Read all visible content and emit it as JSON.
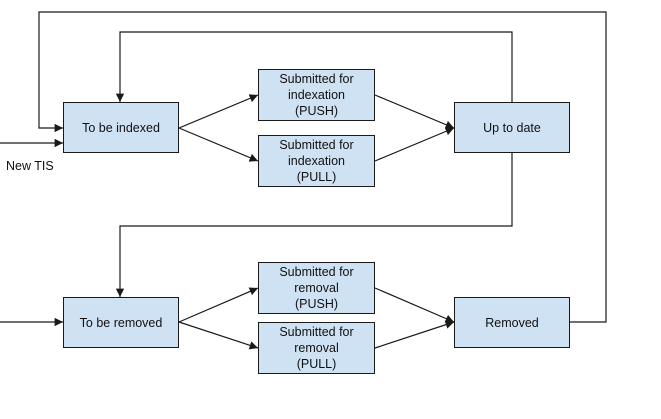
{
  "colors": {
    "box_fill": "#cfe2f3",
    "line": "#1a1a1a"
  },
  "boxes": {
    "to_be_indexed": [
      "To be indexed"
    ],
    "submitted_push_index": [
      "Submitted for",
      "indexation",
      "(PUSH)"
    ],
    "submitted_pull_index": [
      "Submitted for",
      "indexation",
      "(PULL)"
    ],
    "up_to_date": [
      "Up to date"
    ],
    "to_be_removed": [
      "To be removed"
    ],
    "submitted_push_removal": [
      "Submitted for",
      "removal",
      "(PUSH)"
    ],
    "submitted_pull_removal": [
      "Submitted for",
      "removal",
      "(PULL)"
    ],
    "removed": [
      "Removed"
    ]
  },
  "labels": {
    "new_tis": "New TIS"
  }
}
